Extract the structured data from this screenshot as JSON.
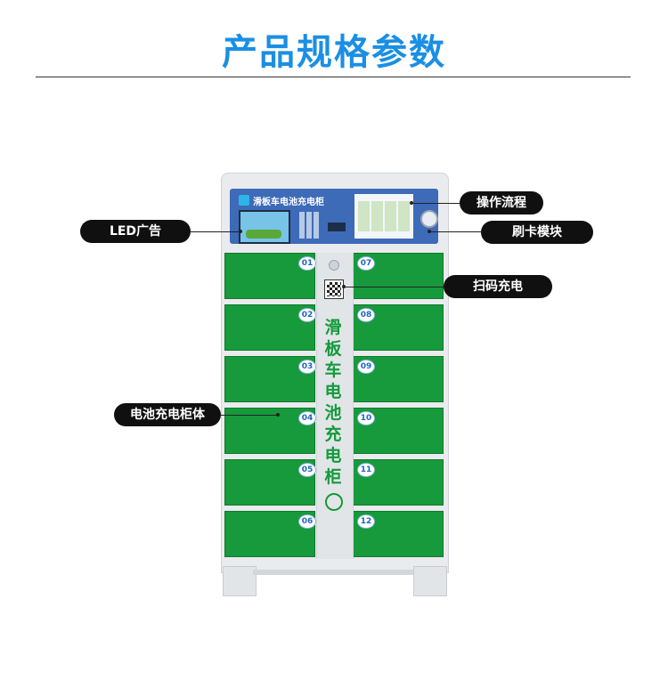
{
  "title": "产品规格参数",
  "brand": "滑板车电池充电柜",
  "center_text": "滑板车电池充电柜",
  "callouts": {
    "led_ad": "LED广告",
    "operation_flow": "操作流程",
    "card_module": "刷卡模块",
    "scan_charge": "扫码充电",
    "cabinet_body": "电池充电柜体"
  },
  "doors_left": [
    "01",
    "02",
    "03",
    "04",
    "05",
    "06"
  ],
  "doors_right": [
    "07",
    "08",
    "09",
    "10",
    "11",
    "12"
  ],
  "colors": {
    "title": "#1a8fe3",
    "door": "#179a3b",
    "panel": "#3e6bb8",
    "callout": "#101010"
  }
}
